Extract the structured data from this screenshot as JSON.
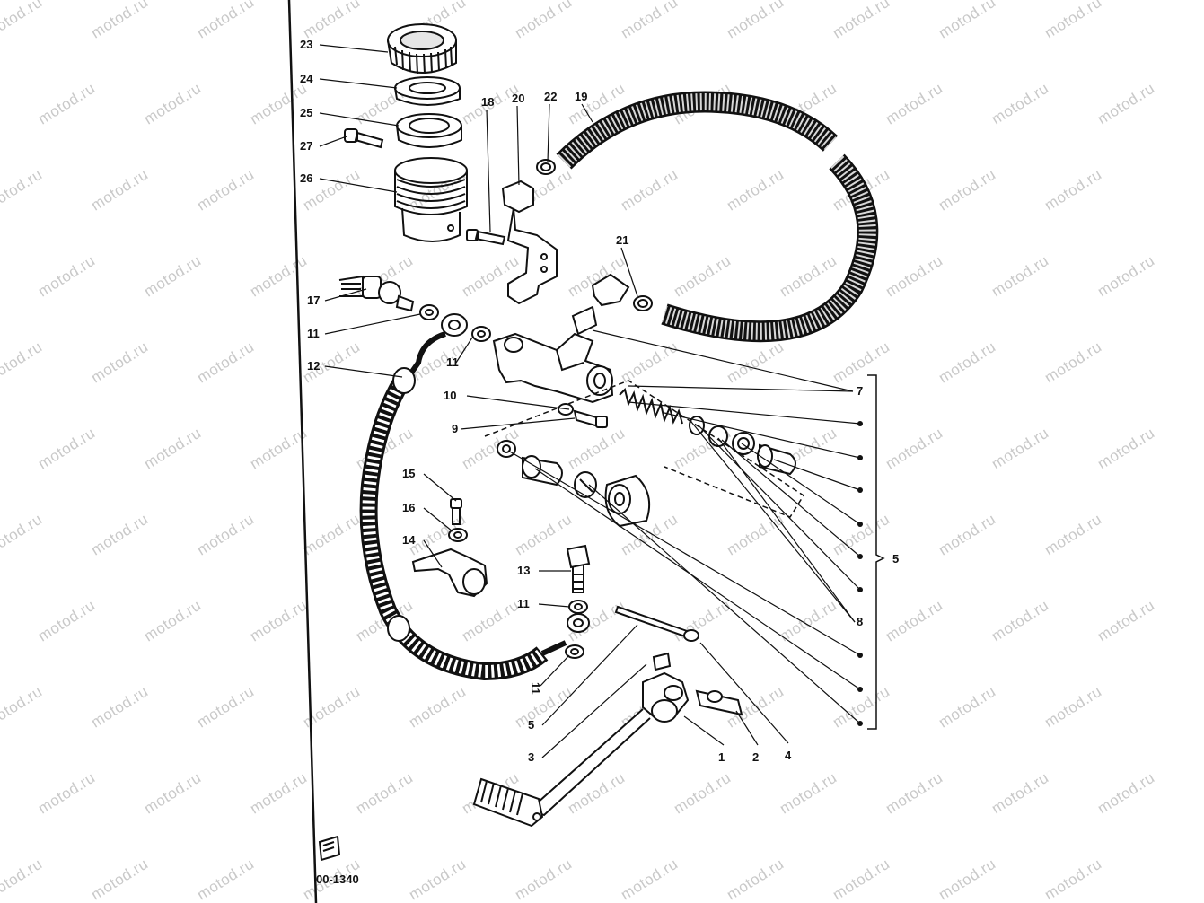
{
  "watermark_text": "motod.ru",
  "diagram_code": "00-1340",
  "labels": {
    "p1": "1",
    "p2": "2",
    "p3": "3",
    "p4": "4",
    "p5": "5",
    "p5b": "5",
    "p7": "7",
    "p8": "8",
    "p9": "9",
    "p10": "10",
    "p11a": "11",
    "p11b": "11",
    "p11c": "11",
    "p11d": "11",
    "p12": "12",
    "p13": "13",
    "p14": "14",
    "p15": "15",
    "p16": "16",
    "p17": "17",
    "p18": "18",
    "p19": "19",
    "p20": "20",
    "p21": "21",
    "p22": "22",
    "p23": "23",
    "p24": "24",
    "p25": "25",
    "p26": "26",
    "p27": "27"
  }
}
